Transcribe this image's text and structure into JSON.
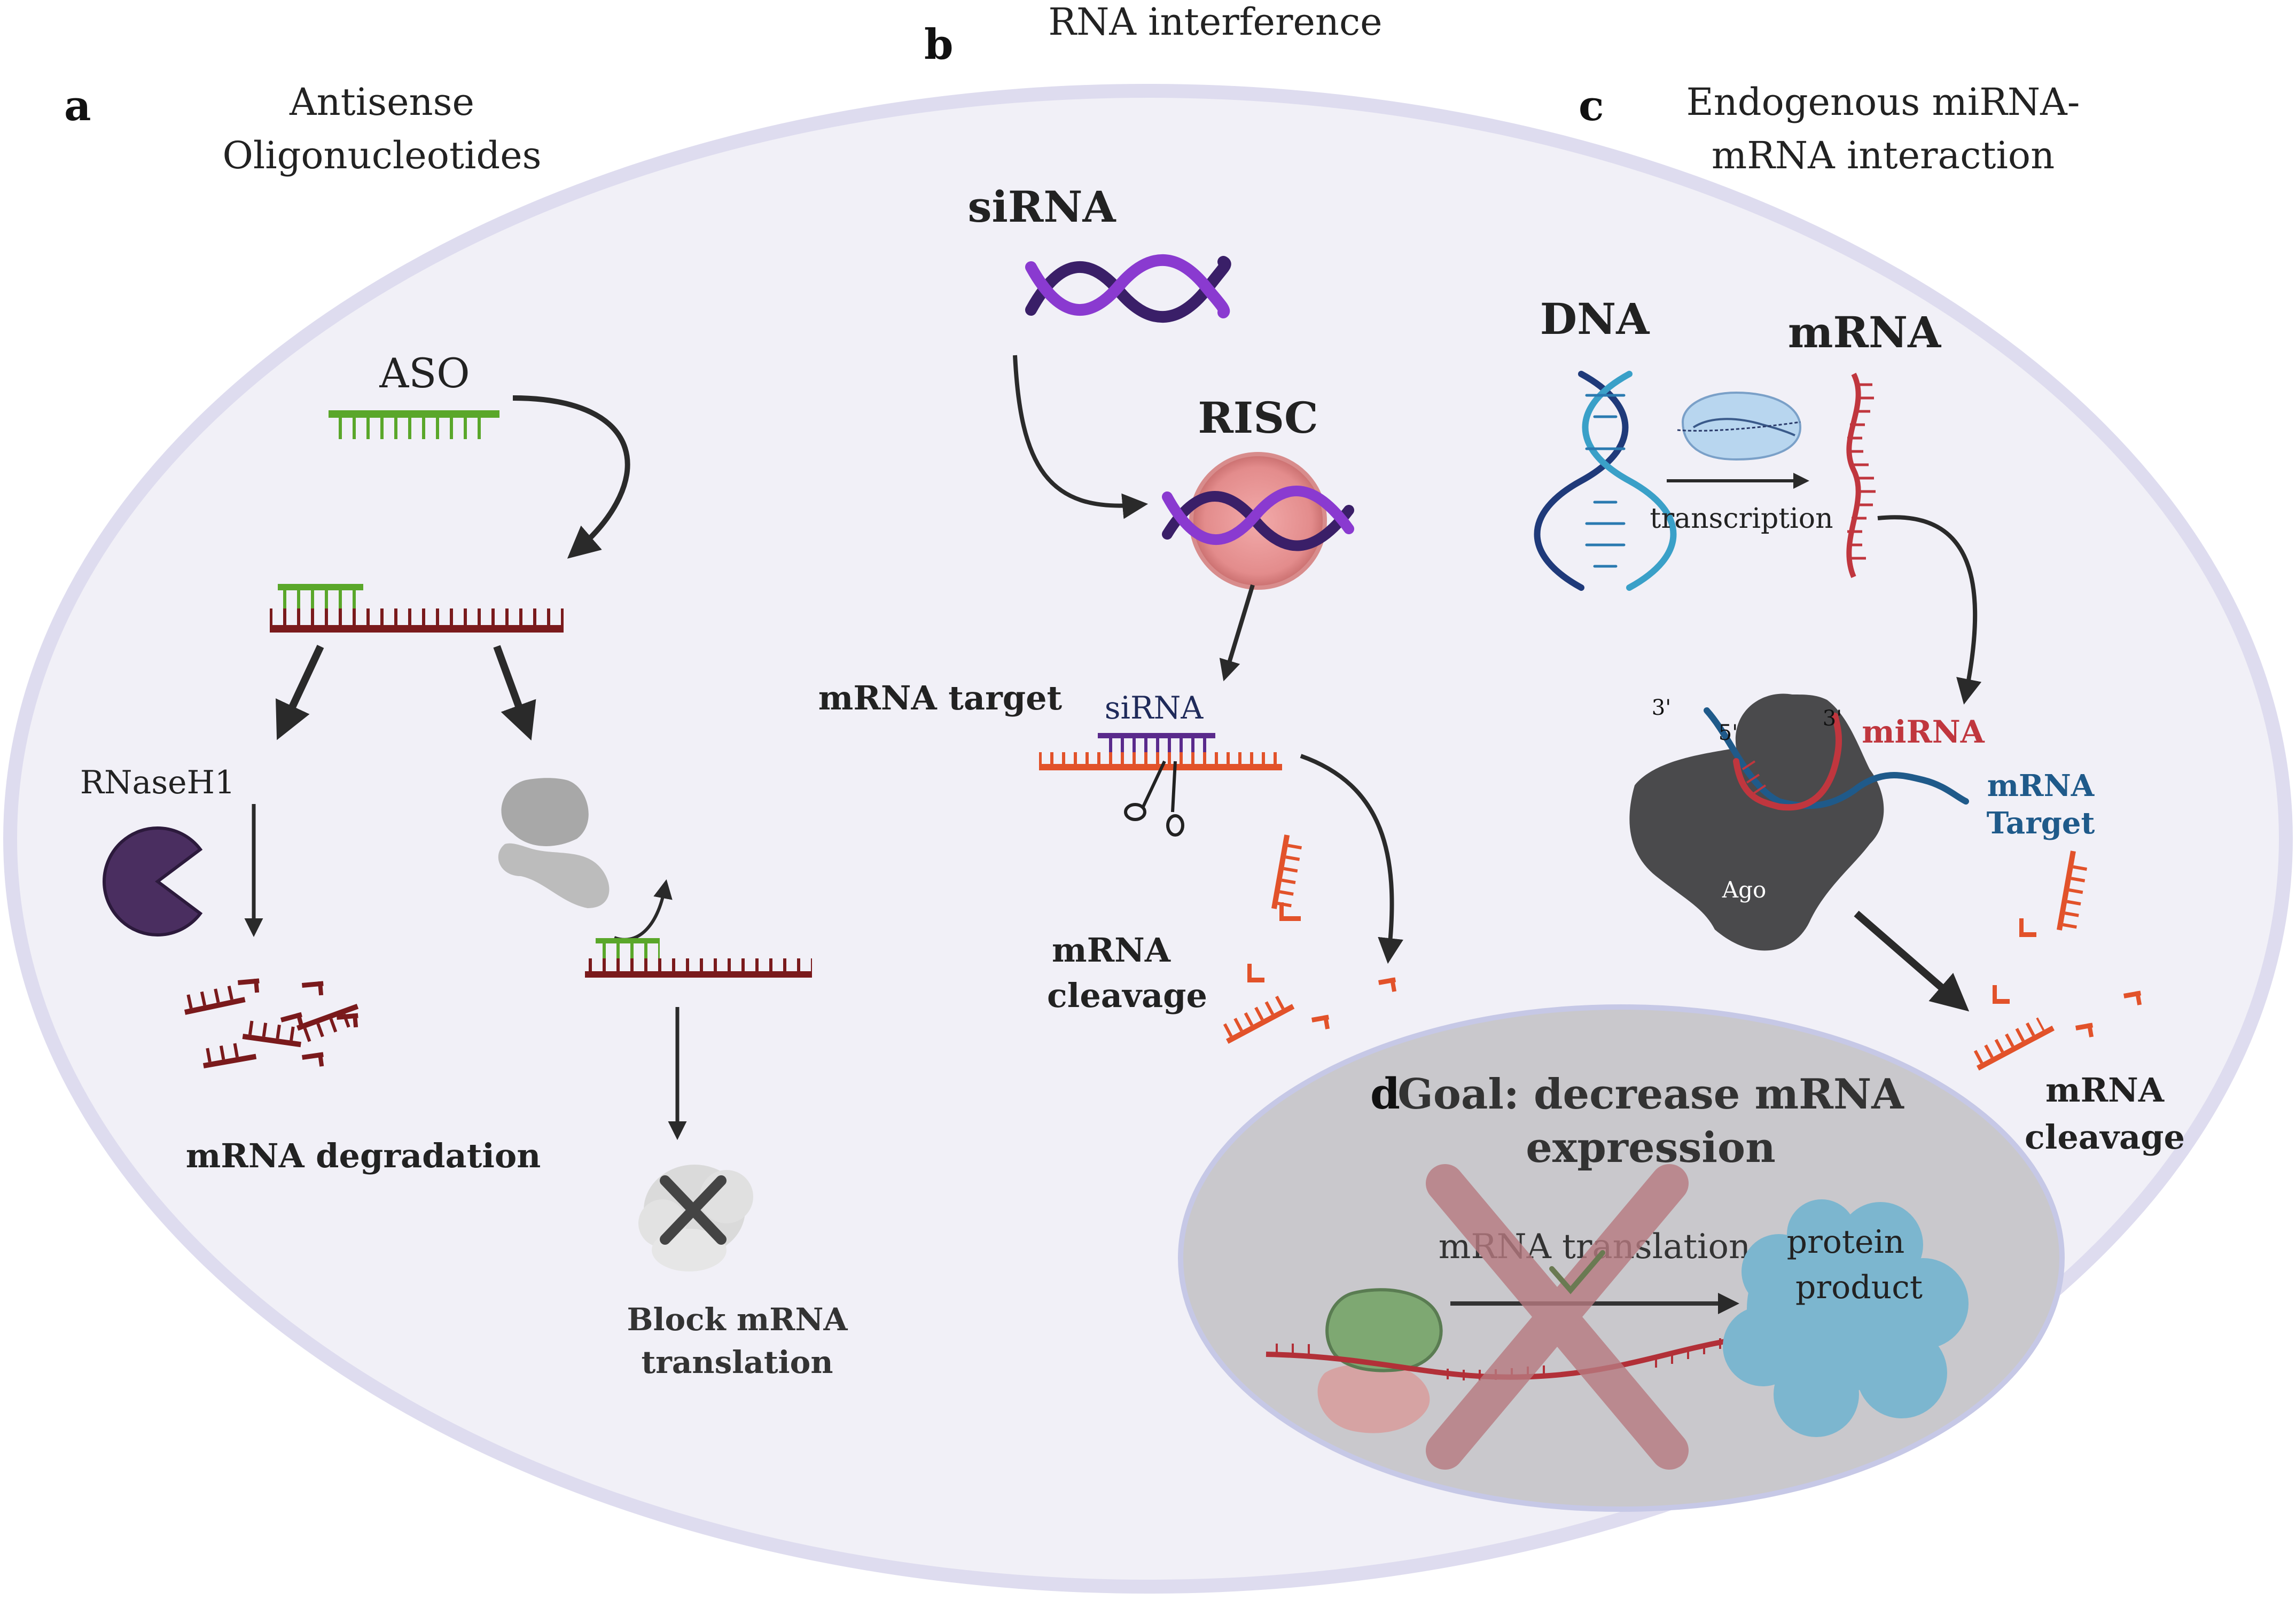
{
  "panels": {
    "a": {
      "letter": "a",
      "title_line1": "Antisense",
      "title_line2": "Oligonucleotides",
      "aso_label": "ASO",
      "rnaseh1_label": "RNaseH1",
      "degradation_label": "mRNA degradation",
      "block_line1": "Block mRNA",
      "block_line2": "translation"
    },
    "b": {
      "letter": "b",
      "title": "RNA interference",
      "sirna_label": "siRNA",
      "risc_label": "RISC",
      "mrna_target_label": "mRNA target",
      "sirna_small_label": "siRNA",
      "cleavage_line1": "mRNA",
      "cleavage_line2": "cleavage"
    },
    "c": {
      "letter": "c",
      "title_line1": "Endogenous miRNA-",
      "title_line2": "mRNA interaction",
      "dna_label": "DNA",
      "mrna_label": "mRNA",
      "transcription_label": "transcription",
      "mirna_label": "miRNA",
      "target_line1": "mRNA",
      "target_line2": "Target",
      "ago_label": "Ago",
      "three_prime_left": "3'",
      "five_prime": "5'",
      "three_prime_right": "3'",
      "cleavage_line1": "mRNA",
      "cleavage_line2": "cleavage"
    },
    "d": {
      "letter": "d",
      "goal_line1": "Goal: decrease mRNA",
      "goal_line2": "expression",
      "translation_label": "mRNA translation",
      "protein_line1": "protein",
      "protein_line2": "product"
    }
  },
  "colors": {
    "cell_fill": "#f1f0f7",
    "cell_border": "#dedcef",
    "inner_fill": "#c9c8cc",
    "inner_border": "#c6c8e6",
    "aso_green": "#5aa72a",
    "mrna_maroon": "#7a1a1c",
    "sirna_purple": "#5a2a8c",
    "target_orange": "#e2522a",
    "risc_pink": "#e89090",
    "dna_blue": "#2a7ab0",
    "mirna_red": "#c0363e",
    "mrna_blue": "#1f5a8a",
    "ago_gray": "#4a4a4c",
    "ribosome_gray": "#a8a8a8",
    "pac_purple": "#4a2e60",
    "protein_blue": "#7cb6cf",
    "ribo_green": "#7ea872",
    "ribo_pink": "#d6a3a3",
    "cross_red": "#b77a80"
  }
}
